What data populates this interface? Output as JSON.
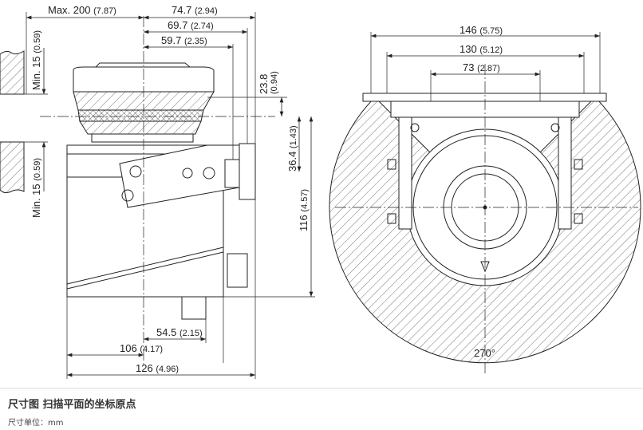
{
  "drawing": {
    "dims": {
      "max200": {
        "value": "Max. 200",
        "inch": "(7.87)"
      },
      "d747": {
        "value": "74.7",
        "inch": "(2.94)"
      },
      "d697": {
        "value": "69.7",
        "inch": "(2.74)"
      },
      "d597": {
        "value": "59.7",
        "inch": "(2.35)"
      },
      "d238": {
        "value": "23.8",
        "inch": "(0.94)"
      },
      "d364": {
        "value": "36.4",
        "inch": "(1.43)"
      },
      "d116": {
        "value": "116",
        "inch": "(4.57)"
      },
      "min15a": {
        "value": "Min. 15",
        "inch": "(0.59)"
      },
      "min15b": {
        "value": "Min. 15",
        "inch": "(0.59)"
      },
      "d545": {
        "value": "54.5",
        "inch": "(2.15)"
      },
      "d106": {
        "value": "106",
        "inch": "(4.17)"
      },
      "d126": {
        "value": "126",
        "inch": "(4.96)"
      },
      "d146": {
        "value": "146",
        "inch": "(5.75)"
      },
      "d130": {
        "value": "130",
        "inch": "(5.12)"
      },
      "d73": {
        "value": "73",
        "inch": "(2.87)"
      }
    },
    "scan_angle": "270°"
  },
  "caption": {
    "title": "尺寸图 扫描平面的坐标原点",
    "unit": "尺寸单位：mm"
  }
}
